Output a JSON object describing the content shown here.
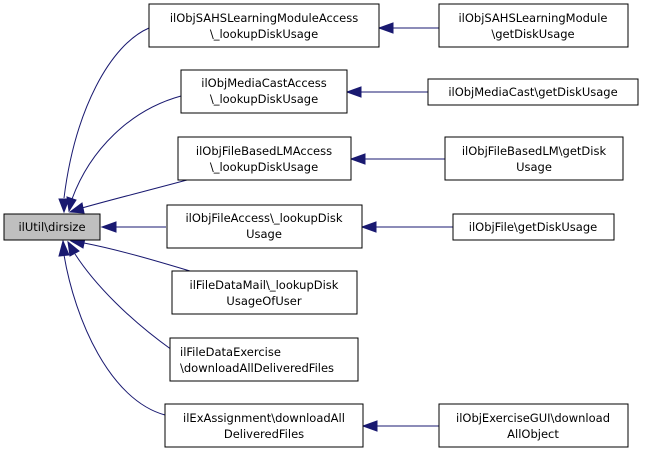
{
  "colors": {
    "edge": "#191970",
    "root_fill": "#bfbfbf",
    "node_fill": "#ffffff",
    "node_stroke": "#000000"
  },
  "nodes": {
    "root": {
      "lines": [
        "ilUtil\\dirsize"
      ]
    },
    "sahs_access": {
      "lines": [
        "ilObjSAHSLearningModuleAccess",
        "\\_lookupDiskUsage"
      ]
    },
    "sahs_module": {
      "lines": [
        "ilObjSAHSLearningModule",
        "\\getDiskUsage"
      ]
    },
    "mediacast_access": {
      "lines": [
        "ilObjMediaCastAccess",
        "\\_lookupDiskUsage"
      ]
    },
    "mediacast": {
      "lines": [
        "ilObjMediaCast\\getDiskUsage"
      ]
    },
    "filebasedlm_access": {
      "lines": [
        "ilObjFileBasedLMAccess",
        "\\_lookupDiskUsage"
      ]
    },
    "filebasedlm": {
      "lines": [
        "ilObjFileBasedLM\\getDisk",
        "Usage"
      ]
    },
    "file_access": {
      "lines": [
        "ilObjFileAccess\\_lookupDisk",
        "Usage"
      ]
    },
    "file": {
      "lines": [
        "ilObjFile\\getDiskUsage"
      ]
    },
    "filedatamail": {
      "lines": [
        "ilFileDataMail\\_lookupDisk",
        "UsageOfUser"
      ]
    },
    "filedataexercise": {
      "lines": [
        "ilFileDataExercise",
        "\\downloadAllDeliveredFiles"
      ]
    },
    "exassignment": {
      "lines": [
        "ilExAssignment\\downloadAll",
        "DeliveredFiles"
      ]
    },
    "exercisegui": {
      "lines": [
        "ilObjExerciseGUI\\download",
        "AllObject"
      ]
    }
  }
}
